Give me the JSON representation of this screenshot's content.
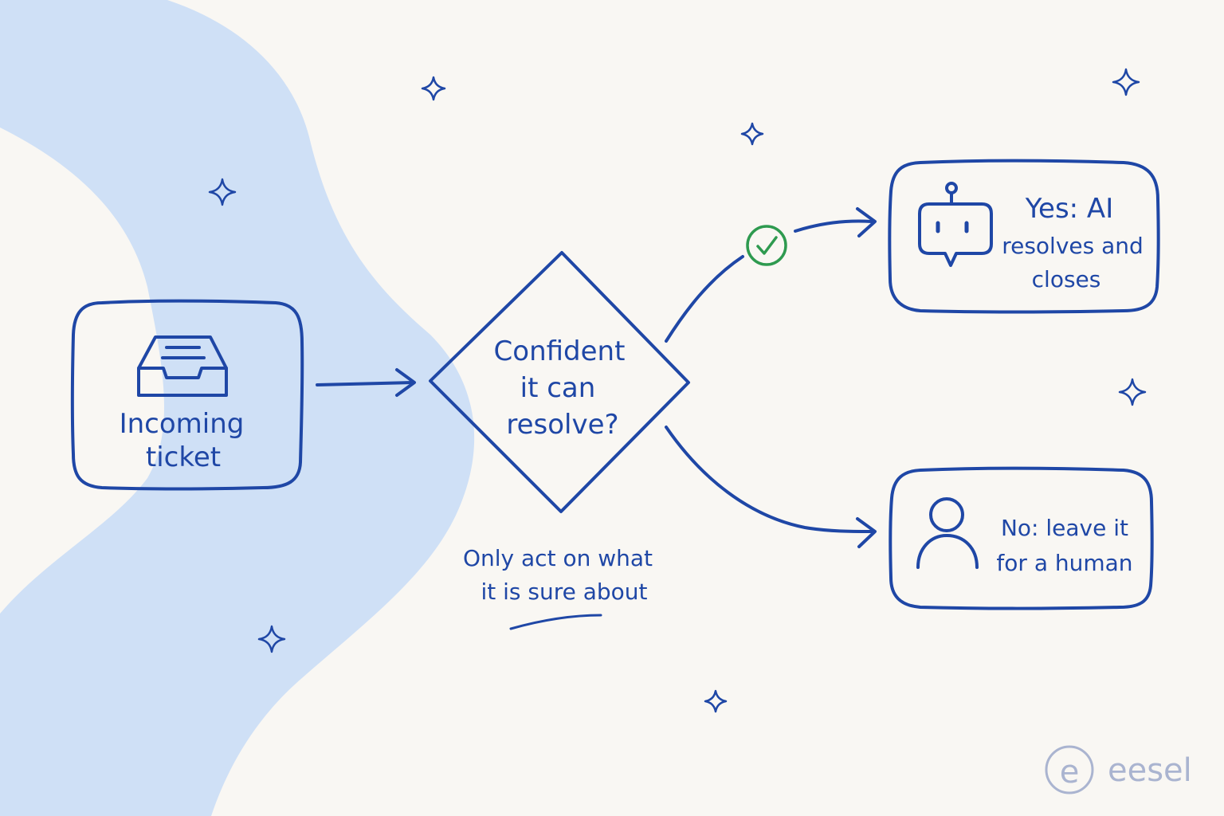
{
  "nodes": {
    "incoming": {
      "line1": "Incoming",
      "line2": "ticket"
    },
    "decision": {
      "line1": "Confident",
      "line2": "it can",
      "line3": "resolve?"
    },
    "yes": {
      "line1": "Yes: AI",
      "line2": "resolves and",
      "line3": "closes"
    },
    "no": {
      "line1": "No: leave it",
      "line2": "for a human"
    }
  },
  "annotation": {
    "line1": "Only act on what",
    "line2": "it is sure about"
  },
  "brand": {
    "name": "eesel",
    "mark": "e"
  },
  "icons": {
    "incoming": "inbox-tray-icon",
    "yes_badge": "check-circle-icon",
    "yes": "robot-chat-icon",
    "no": "person-icon",
    "decor": "sparkle-icon"
  },
  "colors": {
    "ink": "#1f47a6",
    "blob": "#cfe0f6",
    "background": "#f9f7f3",
    "check": "#2e9a4f",
    "logo": "#aab4d0"
  }
}
